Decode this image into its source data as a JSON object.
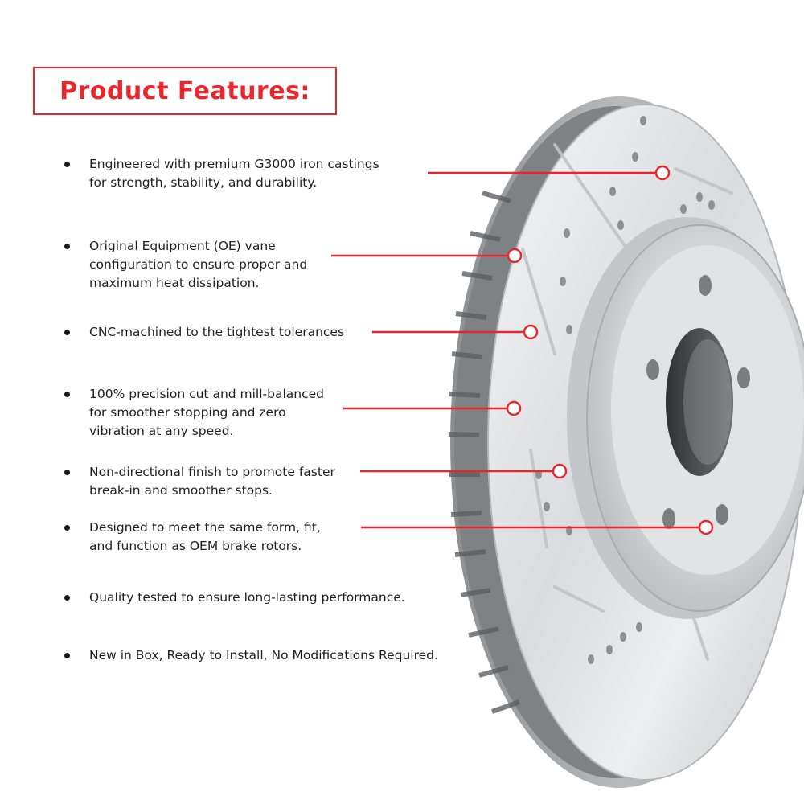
{
  "header": {
    "title": "Product Features:"
  },
  "features": [
    "Engineered with premium G3000 iron castings\nfor strength, stability, and durability.",
    "Original Equipment (OE) vane\nconfiguration to ensure proper and\nmaximum heat dissipation.",
    "CNC-machined to the tightest tolerances",
    "100% precision cut and mill-balanced\nfor smoother stopping and zero\nvibration at any speed.",
    "Non-directional finish to promote faster\nbreak-in and smoother stops.",
    "Designed to meet the same form, fit,\nand function as OEM brake rotors.",
    "Quality tested to ensure long-lasting performance.",
    "New in Box, Ready to Install, No Modifications Required."
  ],
  "colors": {
    "accent": "#e8262b",
    "text": "#1f1f1f"
  },
  "image": {
    "subject": "drilled-and-slotted-brake-rotor"
  }
}
